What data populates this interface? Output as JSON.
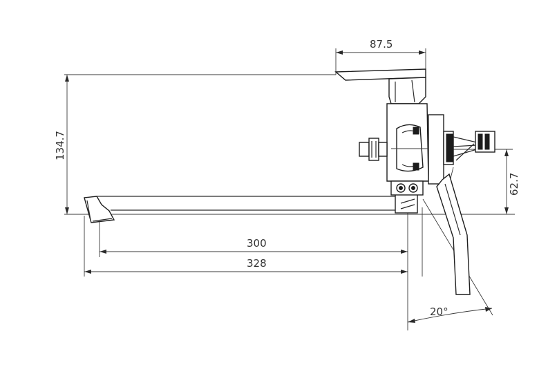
{
  "dimensions": {
    "handle_depth": "87.5",
    "total_height": "134.7",
    "outlet_height": "62.7",
    "spout_reach_inner": "300",
    "spout_reach_total": "328",
    "angle": "20°"
  },
  "colors": {
    "line": "#2a2a2a",
    "background": "#ffffff"
  }
}
